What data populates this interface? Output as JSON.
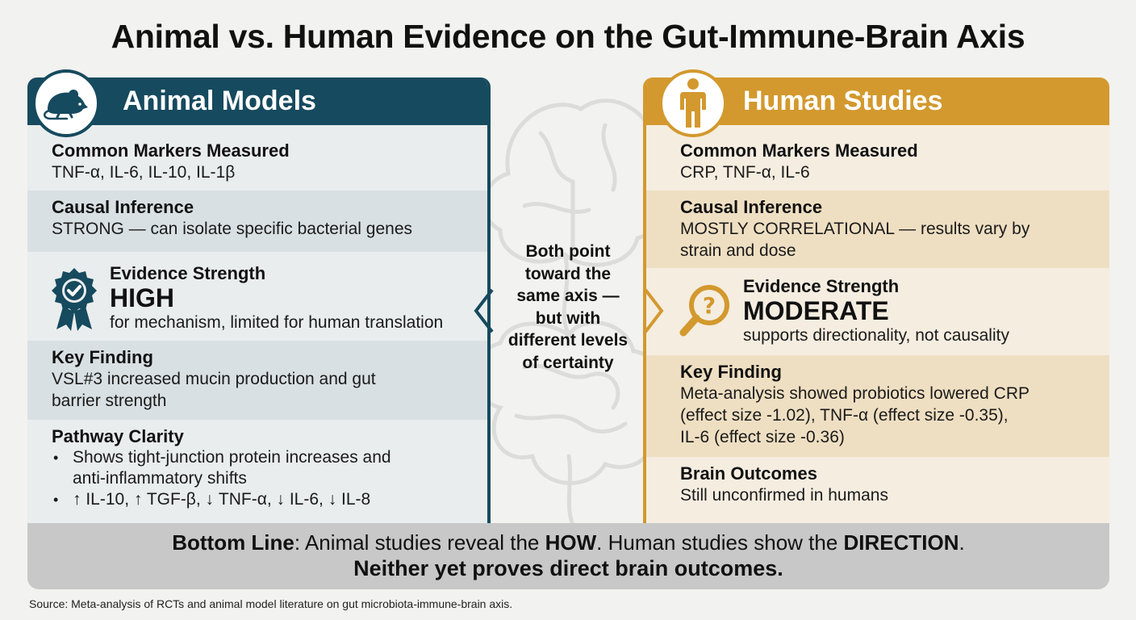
{
  "title": "Animal vs. Human Evidence on the Gut-Immune-Brain Axis",
  "animal": {
    "header": "Animal Models",
    "markers_heading": "Common Markers Measured",
    "markers_text": "TNF-α, IL-6, IL-10, IL-1β",
    "causal_heading": "Causal Inference",
    "causal_text": "STRONG — can isolate specific bacterial genes",
    "evidence_heading": "Evidence Strength",
    "evidence_level": "HIGH",
    "evidence_note": "for mechanism, limited for human translation",
    "finding_heading": "Key Finding",
    "finding_line1": "VSL#3 increased mucin production and gut",
    "finding_line2": "barrier strength",
    "pathway_heading": "Pathway Clarity",
    "pathway_bullet1_line1": "Shows tight-junction protein increases and",
    "pathway_bullet1_line2": "anti-inflammatory shifts",
    "pathway_bullet2": "↑ IL-10, ↑ TGF-β, ↓ TNF-α, ↓ IL-6, ↓ IL-8"
  },
  "human": {
    "header": "Human Studies",
    "markers_heading": "Common Markers Measured",
    "markers_text": "CRP, TNF-α, IL-6",
    "causal_heading": "Causal Inference",
    "causal_line1": "MOSTLY CORRELATIONAL — results vary by",
    "causal_line2": "strain and dose",
    "evidence_heading": "Evidence Strength",
    "evidence_level": "MODERATE",
    "evidence_note": "supports directionality, not causality",
    "finding_heading": "Key Finding",
    "finding_line1": "Meta-analysis showed probiotics lowered CRP",
    "finding_line2": "(effect size -1.02), TNF-α (effect size -0.35),",
    "finding_line3": "IL-6 (effect size -0.36)",
    "brain_heading": "Brain Outcomes",
    "brain_text": "Still unconfirmed in humans"
  },
  "center": {
    "line1": "Both point",
    "line2": "toward the",
    "line3": "same axis —",
    "line4": "but with",
    "line5": "different levels",
    "line6": "of certainty"
  },
  "bottom": {
    "label": "Bottom Line",
    "part1": ": Animal studies reveal the ",
    "how": "HOW",
    "part2": ". Human studies show the ",
    "direction": "DIRECTION",
    "part3": ".",
    "line2": "Neither yet proves direct brain outcomes."
  },
  "source": "Source: Meta-analysis of RCTs and animal model literature on gut microbiota-immune-brain axis.",
  "colors": {
    "animal_accent": "#164a5e",
    "human_accent": "#d3992e"
  },
  "icons": {
    "animal_header": "mouse-icon",
    "human_header": "person-icon",
    "animal_evidence": "award-badge-icon",
    "human_evidence": "magnifier-question-icon",
    "background": "brain-gut-outline-icon"
  }
}
